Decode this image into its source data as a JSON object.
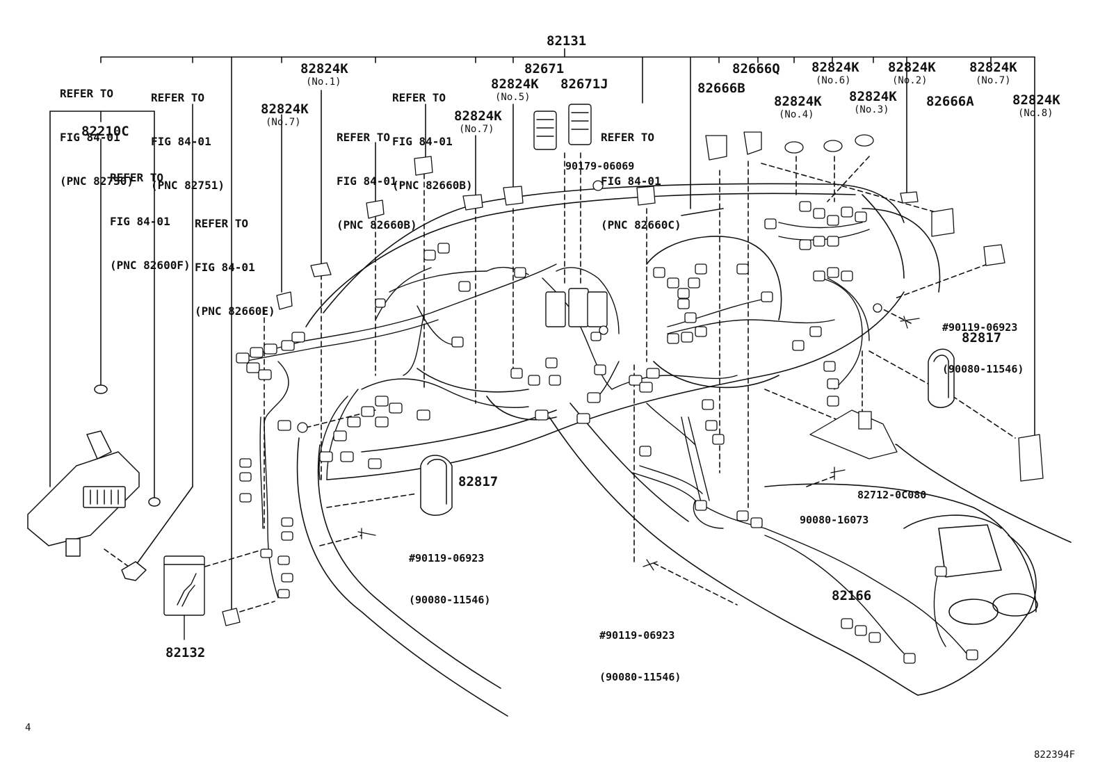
{
  "diagram": {
    "main_part": "82131",
    "refs": {
      "r1": [
        "REFER TO",
        "FIG 84-01",
        "(PNC 82730)"
      ],
      "r2": [
        "REFER TO",
        "FIG 84-01",
        "(PNC 82751)"
      ],
      "r3": [
        "REFER TO",
        "FIG 84-01",
        "(PNC 82600F)"
      ],
      "r4": [
        "REFER TO",
        "FIG 84-01",
        "(PNC 82660E)"
      ],
      "r5": [
        "REFER TO",
        "FIG 84-01",
        "(PNC 82660B)"
      ],
      "r6": [
        "REFER TO",
        "FIG 84-01",
        "(PNC 82660B)"
      ],
      "r7": [
        "REFER TO",
        "FIG 84-01",
        "(PNC 82660C)"
      ]
    },
    "parts": {
      "p82210C": "82210C",
      "p82824K_no1": "82824K",
      "p82824K_no7a": "82824K",
      "p82824K_no5": "82824K",
      "p82824K_no7b": "82824K",
      "p82671": "82671",
      "p82671J": "82671J",
      "p82666B": "82666B",
      "p82666Q": "82666Q",
      "p82824K_no6": "82824K",
      "p82824K_no4": "82824K",
      "p82824K_no2": "82824K",
      "p82824K_no3": "82824K",
      "p82824K_no7c": "82824K",
      "p82666A": "82666A",
      "p82824K_no8": "82824K",
      "p82817a": "82817",
      "p82817b": "82817",
      "p82132": "82132",
      "p82166": "82166",
      "p82712": "82712-0C080",
      "p90080_16073": "90080-16073",
      "p90179": "90179-06069"
    },
    "subs": {
      "no1": "(No.1)",
      "no7a": "(No.7)",
      "no5": "(No.5)",
      "no7b": "(No.7)",
      "no6": "(No.6)",
      "no4": "(No.4)",
      "no2": "(No.2)",
      "no3": "(No.3)",
      "no7c": "(No.7)",
      "no8": "(No.8)"
    },
    "bolts": {
      "b1": [
        "#90119-06923",
        "(90080-11546)"
      ],
      "b2": [
        "#90119-06923",
        "(90080-11546)"
      ],
      "b3": [
        "#90119-06923",
        "(90080-11546)"
      ]
    },
    "corner_mark": "4",
    "figure_id": "822394F"
  }
}
